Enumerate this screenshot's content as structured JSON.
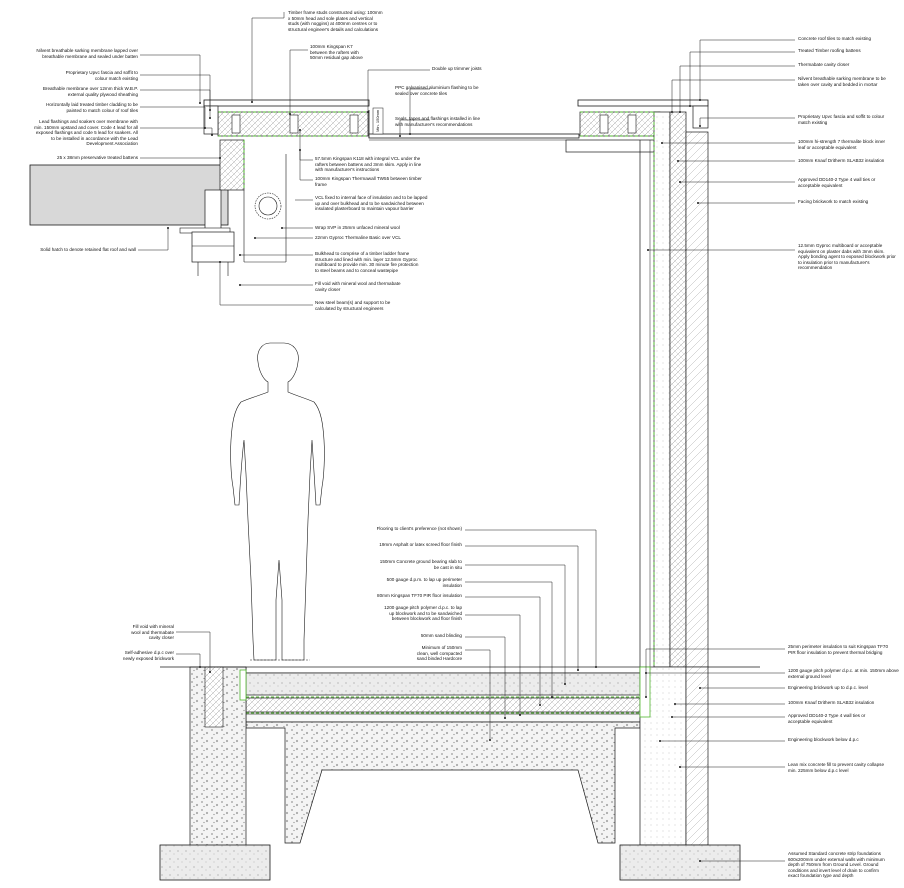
{
  "notes": {
    "timber_frame_studs": "Timber frame studs constructed using: 100mm\nx 50mm head and sole plates and vertical\nstuds (with noggins) at 400mm centres or to\nstructural engineer's details and calculations",
    "kingspan_k7": "100mm Kingspan K7\nbetween the rafters with\n50mm residual gap above",
    "double_trimmer": "Double up trimmer joists",
    "ppc_flashing": "PPC galvanised aluminium flashing to be\nsealed over concrete tiles",
    "seals_tapes": "Seals, tapes and flashings installed in line\nwith manufacturer's recommendations",
    "kingspan_k118": "57.5mm Kingspan K118 with integral VCL under the\nrafters between battens and 3mm skim. Apply in line\nwith manufacturer's instructions",
    "thermawall_tw55": "100mm Kingspan Thermawall TW55 between timber\nframe",
    "vcl_fixed": "VCL fixed to internal face of insulation and to be lapped\nup and over bulkhead and to be sandwiched between\ninsulated plasterboard to maintain vapour barrier",
    "wrap_svp": "Wrap SVP in 25mm unfaced mineral wool",
    "gyproc_thermaline": "22mm Gyproc Thermaline Basic over VCL",
    "bulkhead": "Bulkhead to comprise of a timber ladder frame\nstructure and lined with min. layer 12.5mm Gyproc\nmultiboard to provide min. 30 minute fire protection\nto steel beams and to conceal wastepipe",
    "fill_void_top": "Fill void with mineral wool and thermabate\ncavity closer",
    "steel_beams": "New steel beam(s) and support to be\ncalculated by structural engineers",
    "breathable_sarking_l": "Nilvent breathable sarking membrane lapped over\nbreathable membrane and sealed under batten",
    "upvc_fascia_l": "Proprietary Upvc fascia and soffit to\ncolour match existing",
    "breathable_membrane": "Breathable membrane over 12mm thick W.B.P.\nexternal quality plywood sheathing",
    "cladding": "Horizontally laid treated timber cladding to be\npainted to match colour of roof tiles",
    "lead_flashings": "Lead flashings and soakers over membrane with\nmin. 150mm upstand and cover. Code 4 lead for all\nexposed flashings and code 5 lead for soakers. All\nto be installed in accordance with the Lead\nDevelopment Association",
    "battens": "25 x 38mm preservative treated battens",
    "solid_hatch": "Solid hatch to denote retained flat roof and wall",
    "concrete_tiles": "Concrete roof tiles to match existing",
    "timber_battens": "Treated Timber roofing battens",
    "thermabate_closer": "Thermabate cavity closer",
    "breathable_sarking_r": "Nilvent breathable sarking membrane to be\ntaken over cavity and bedded in mortar",
    "upvc_fascia_r": "Proprietary Upvc fascia and soffit to colour\nmatch existing",
    "block_inner": "100mm hi-strength 7 thermalite block inner\nleaf or acceptable equivalent",
    "knauf_dritherm_top": "100mm Knauf Dritherm SLAB32 insulation",
    "wall_ties_top": "Approved DD140-2 Type 4 wall ties or\nacceptable equivalent",
    "facing_brickwork": "Facing brickwork to match existing",
    "gyproc_multiboard": "12.5mm Gyproc multiboard or acceptable\nequivalent on plaster dabs with 3mm skim.\nApply bonding agent to exposed blockwork prior\nto insulation prior to manufacturer's\nrecommendation",
    "flooring": "Flooring to client's preference (not shown)",
    "screed": "19mm Asphalt or latex screed floor finish",
    "concrete_slab": "150mm Concrete ground bearing slab to\nbe cast in situ",
    "dpm_lap": "500 gauge d.p.m. to lap up perimeter\ninsulation",
    "tf70_floor": "80mm Kingspan TF70 PIR floor insulation",
    "pitch_polymer": "1200 gauge pitch polymer d.p.c. to lap\nup blockwork and to be sandwiched\nbetween blockwork and floor finish",
    "sand_blinding": "50mm sand blinding",
    "hardcore": "Minimum of 150mm\nclean, well compacted\nsand binded Hardcore",
    "fill_void_left": "Fill void with mineral\nwool and thermabate\ncavity closer",
    "self_adhesive_dpc": "Self-adhesive d.p.c over\nnewly exposed brickwork",
    "perimeter_insulation": "25mm perimeter insulation to suit Kingspan TF70\nPIR floor insulation to prevent thermal bridging",
    "dpc_150": "1200 gauge pitch polymer d.p.c. at min. 150mm above\nexternal ground level",
    "eng_brick_dpc": "Engineering brickwork up to d.p.c. level",
    "knauf_dritherm_low": "100mm Knauf Dritherm SLAB32 insulation",
    "wall_ties_low": "Approved DD140-2 Type 4 wall ties or\nacceptable equivalent",
    "eng_brick_below": "Engineering blockwork below d.p.c",
    "lean_mix": "Lean mix concrete fill to prevent cavity collapse\nmin. 225mm below d.p.c level",
    "foundations": "Assumed Standard concrete strip foundations\n600x200mm under external walls with minimum\ndepth of 750mm from Ground Level. Ground\nconditions and invert level of drain to confirm\nexact foundation type and depth",
    "dimension_150": "Min. 150mm"
  },
  "colors": {
    "line": "#1a1a1a",
    "hatch_grey": "#c8c8c8",
    "solid_hatch": "#d8d8d8",
    "insulation_green": "#52b830"
  }
}
